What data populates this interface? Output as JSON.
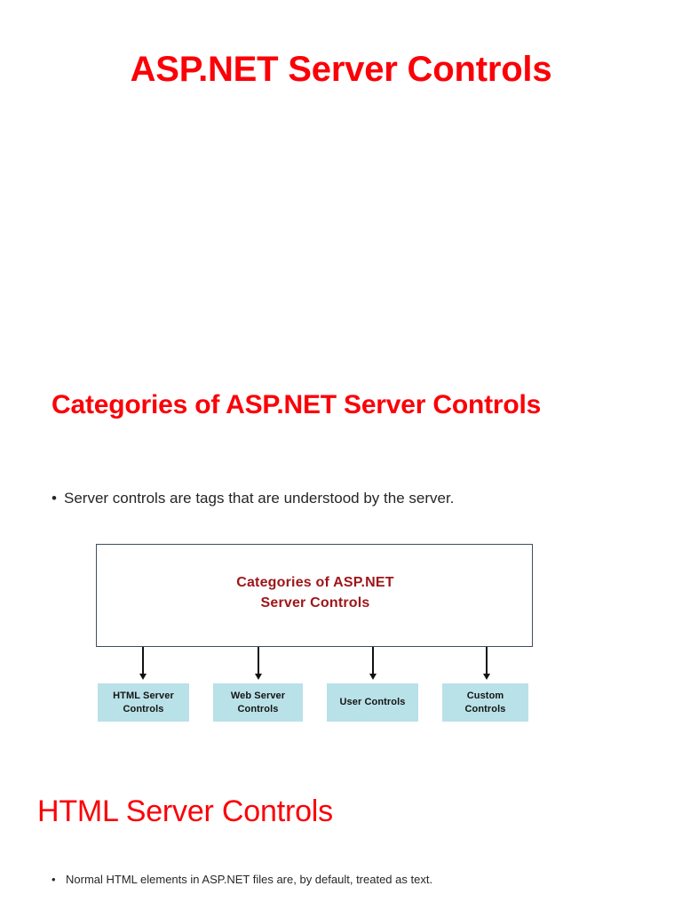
{
  "slide": {
    "title": "ASP.NET Server Controls",
    "section_heading": "Categories of ASP.NET Server Controls",
    "bullet": {
      "marker": "•",
      "text": "Server controls are tags that are understood by the server."
    },
    "sub_heading": "HTML Server Controls",
    "sub_bullet": {
      "marker": "•",
      "text": "Normal HTML elements in ASP.NET files are, by default, treated as text."
    }
  },
  "diagram": {
    "box_title_line1": "Categories of ASP.NET",
    "box_title_line2": "Server Controls",
    "categories": [
      {
        "line1": "HTML Server",
        "line2": "Controls"
      },
      {
        "line1": "Web Server",
        "line2": "Controls"
      },
      {
        "line1": "User Controls",
        "line2": ""
      },
      {
        "line1": "Custom",
        "line2": "Controls"
      }
    ]
  },
  "colors": {
    "title_red": "#fb0007",
    "diagram_title_maroon": "#9e1418",
    "category_box_fill": "#b9e1e8",
    "diagram_border": "#3f4e5e",
    "body_text": "#262626",
    "arrow": "#111111",
    "page_background": "#ffffff"
  }
}
